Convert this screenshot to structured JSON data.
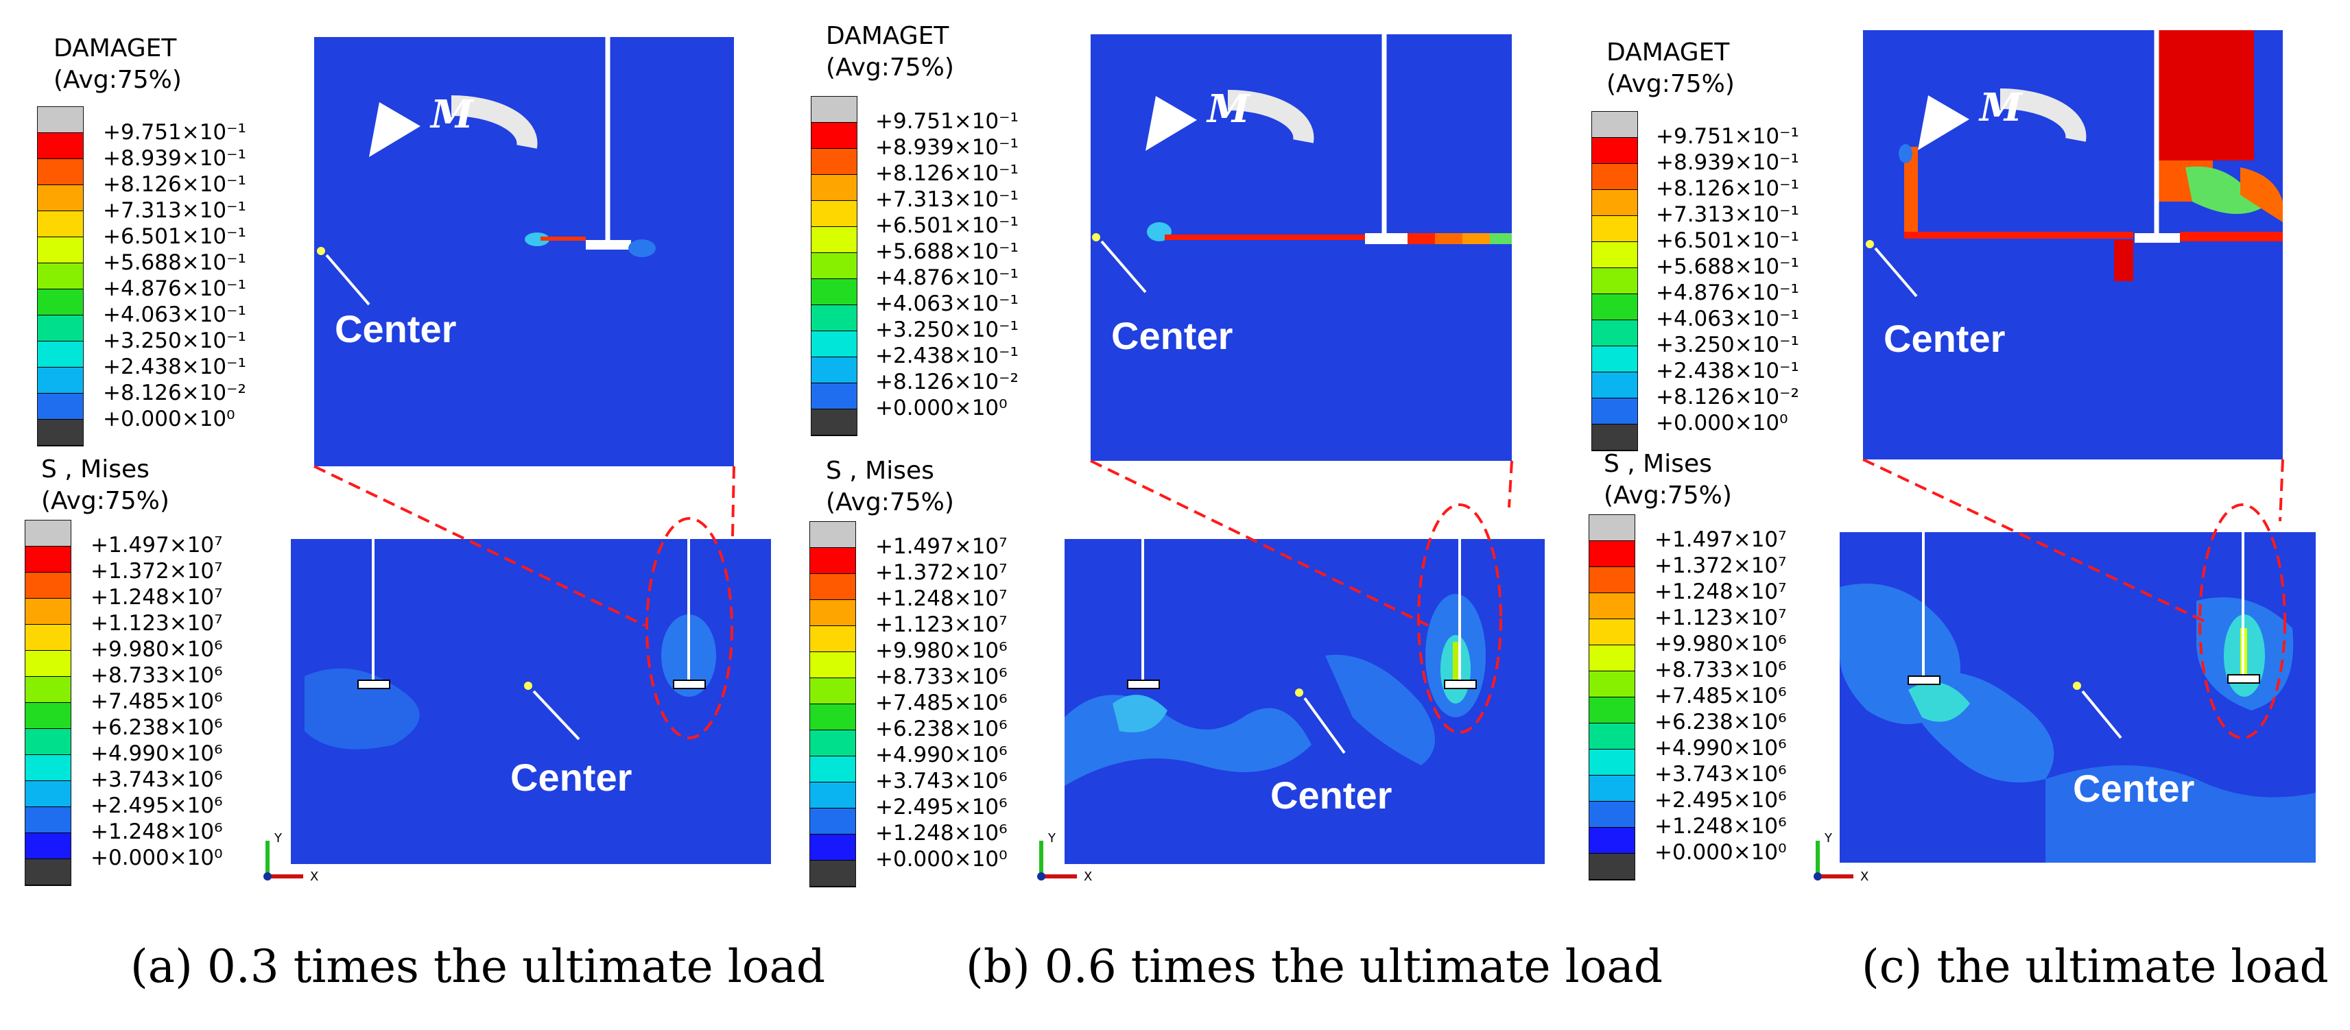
{
  "damage_legend": {
    "title_line1": "DAMAGET",
    "title_line2": "(Avg:75%)",
    "labels": [
      "+9.751×10⁻¹",
      "+8.939×10⁻¹",
      "+8.126×10⁻¹",
      "+7.313×10⁻¹",
      "+6.501×10⁻¹",
      "+5.688×10⁻¹",
      "+4.876×10⁻¹",
      "+4.063×10⁻¹",
      "+3.250×10⁻¹",
      "+2.438×10⁻¹",
      "+8.126×10⁻²",
      "+0.000×10⁰"
    ]
  },
  "mises_legend": {
    "title_line1": "S , Mises",
    "title_line2": "(Avg:75%)",
    "labels": [
      "+1.497×10⁷",
      "+1.372×10⁷",
      "+1.248×10⁷",
      "+1.123×10⁷",
      "+9.980×10⁶",
      "+8.733×10⁶",
      "+7.485×10⁶",
      "+6.238×10⁶",
      "+4.990×10⁶",
      "+3.743×10⁶",
      "+2.495×10⁶",
      "+1.248×10⁶",
      "+0.000×10⁰"
    ]
  },
  "legend_colors": [
    "#c8c8c8",
    "#ff0000",
    "#ff5a00",
    "#ffa500",
    "#ffd700",
    "#d8ff00",
    "#86f000",
    "#22dc22",
    "#00e08c",
    "#00e6d8",
    "#0ab4f0",
    "#1f6ef0",
    "#1818ff",
    "#3c3c3c"
  ],
  "moment_label": "M",
  "center_label": "Center",
  "axis": {
    "y": "Y",
    "x": "X"
  },
  "panels": [
    {
      "caption": "(a) 0.3 times the ultimate load"
    },
    {
      "caption": "(b) 0.6 times the ultimate load"
    },
    {
      "caption": "(c) the ultimate load"
    }
  ]
}
